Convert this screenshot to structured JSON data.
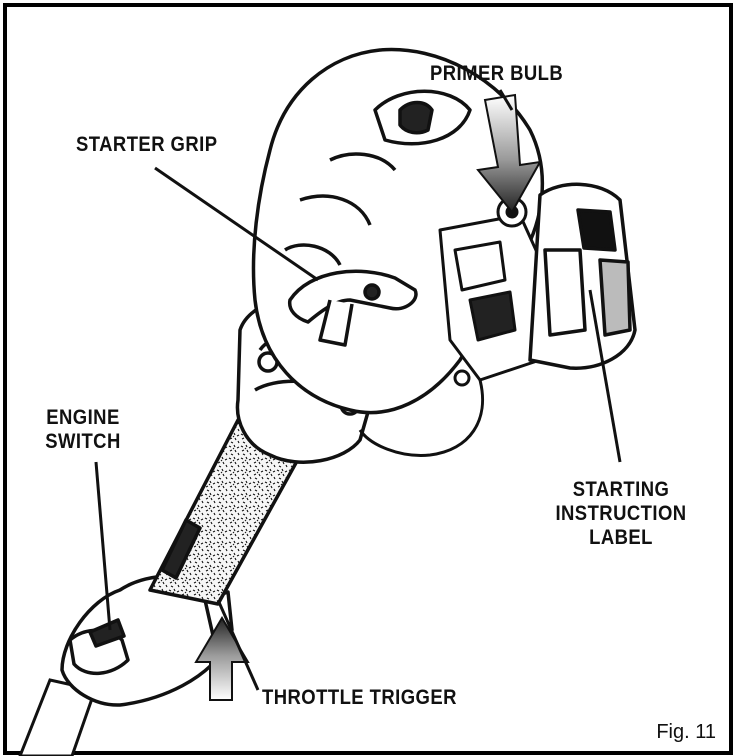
{
  "labels": {
    "primer_bulb": "PRIMER BULB",
    "starter_grip": "STARTER GRIP",
    "engine_switch": [
      "ENGINE",
      "SWITCH"
    ],
    "starting_instruction_label": [
      "STARTING",
      "INSTRUCTION",
      "LABEL"
    ],
    "throttle_trigger": "THROTTLE TRIGGER"
  },
  "caption": "Fig. 11",
  "colors": {
    "ink": "#111111",
    "paper": "#ffffff",
    "arrow_shade": "#6e6e6e"
  },
  "icons": {
    "primer_arrow": "down-arrow-icon",
    "throttle_arrow": "up-arrow-icon"
  }
}
